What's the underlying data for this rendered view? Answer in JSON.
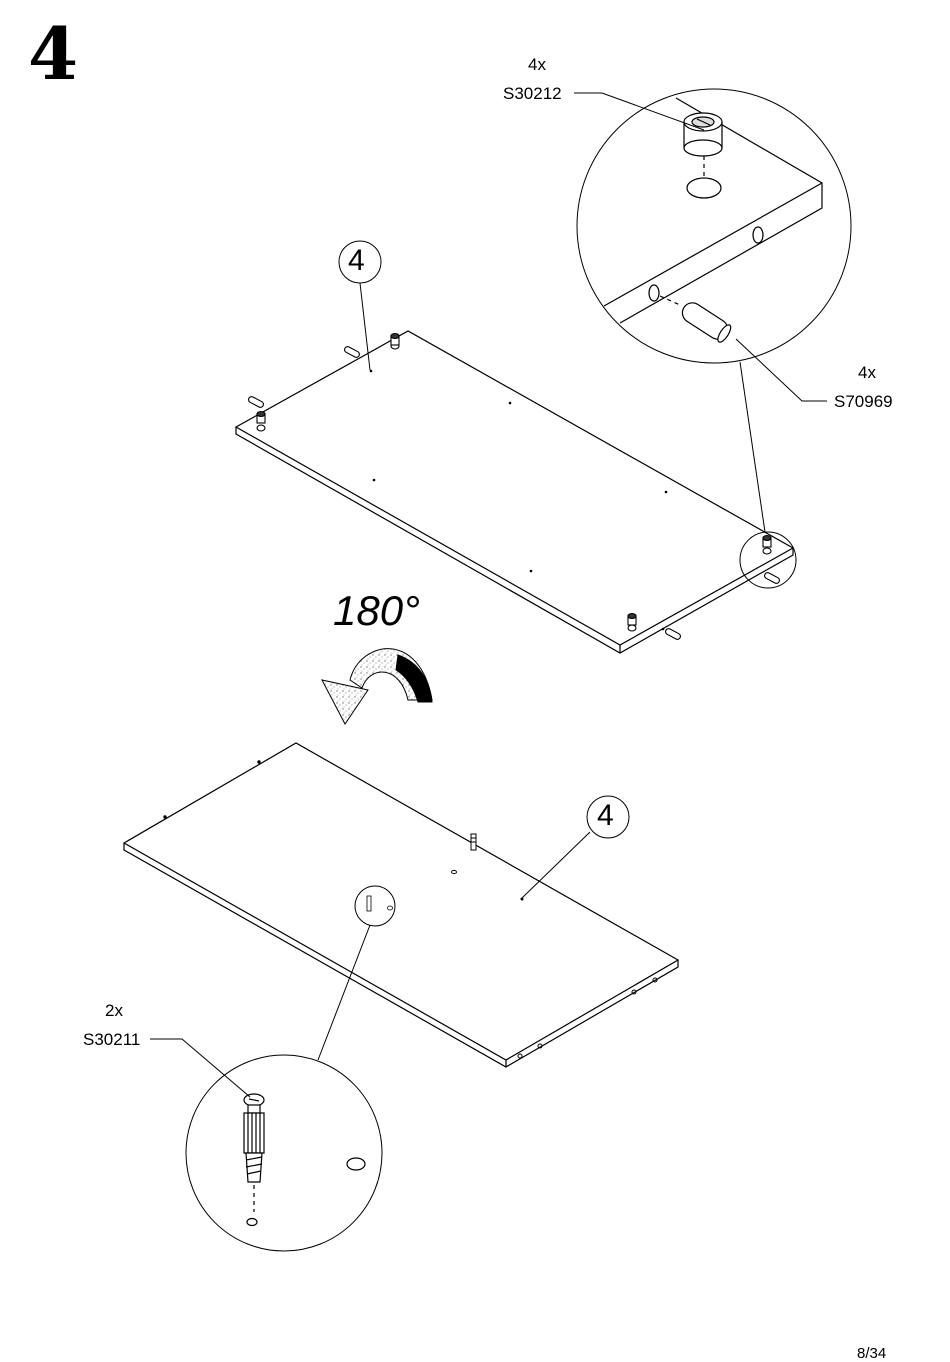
{
  "step": "4",
  "rotation": "180°",
  "page_number": "8/34",
  "callouts": {
    "top_panel_id": "4",
    "bottom_panel_id": "4",
    "cam_lock": {
      "qty": "4x",
      "code": "S30212"
    },
    "dowel": {
      "qty": "4x",
      "code": "S70969"
    },
    "cam_bolt": {
      "qty": "2x",
      "code": "S30211"
    }
  }
}
